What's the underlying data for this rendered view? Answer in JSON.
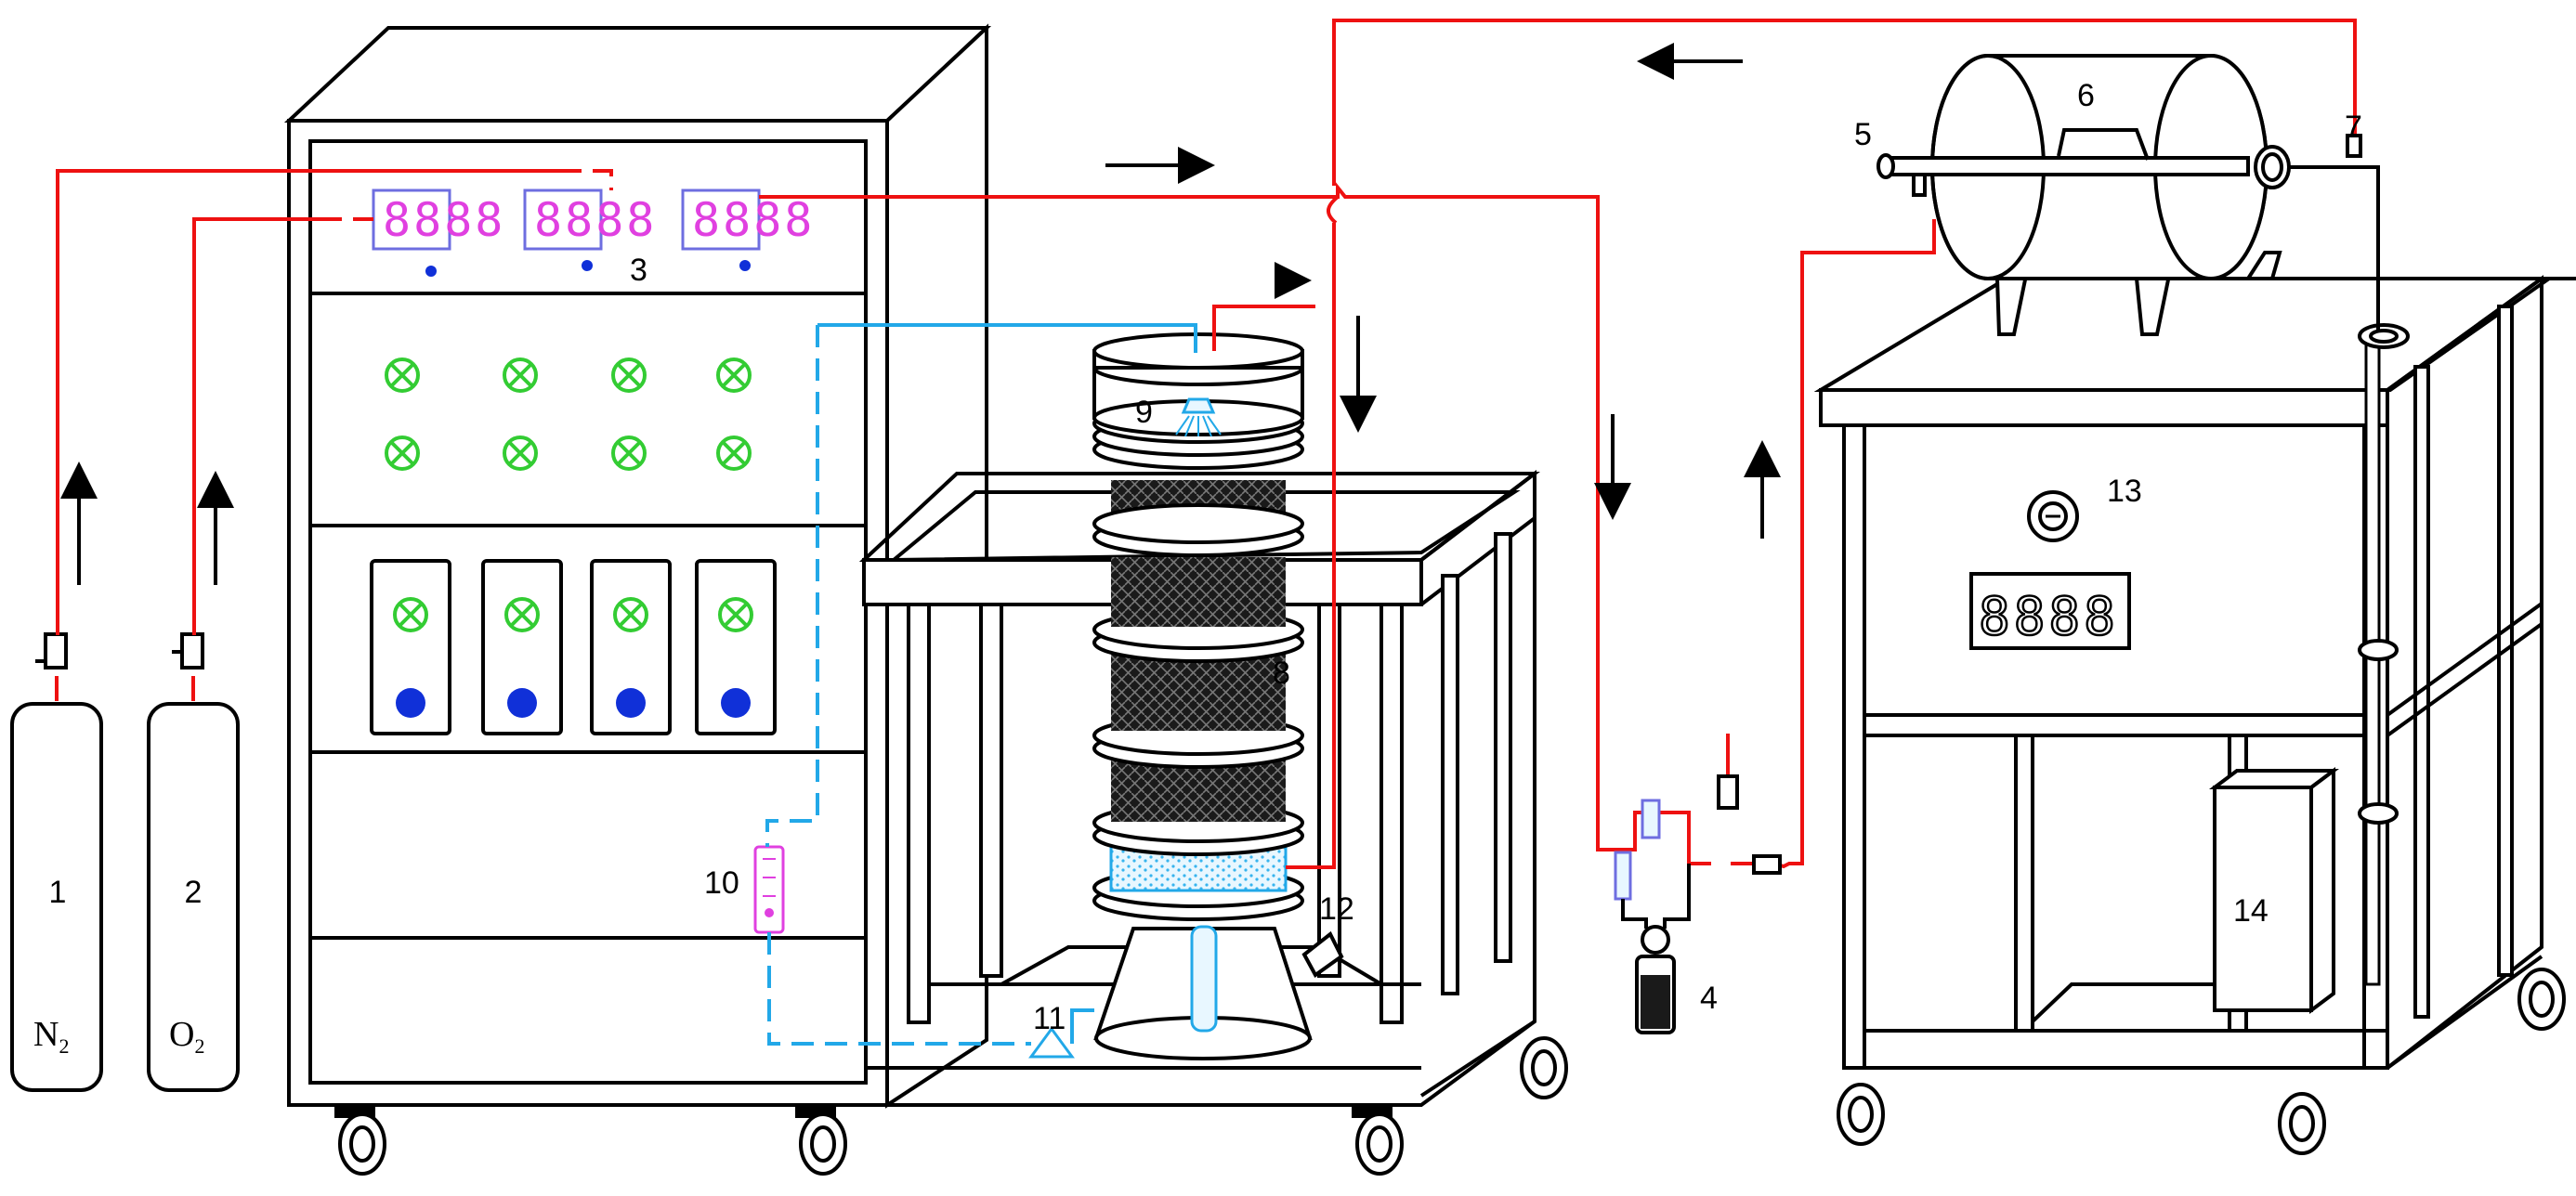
{
  "labels": {
    "cyl1_num": "1",
    "cyl2_num": "2",
    "n2_base": "N",
    "n2_sub": "2",
    "o2_base": "O",
    "o2_sub": "2",
    "c3": "3",
    "c4": "4",
    "c5": "5",
    "c6": "6",
    "c7": "7",
    "c8": "8",
    "c9": "9",
    "c10": "10",
    "c11": "11",
    "c12": "12",
    "c13": "13",
    "c14": "14"
  },
  "displays": {
    "controller": [
      "8888",
      "8888",
      "8888"
    ],
    "furnace": "8888"
  },
  "icons": {
    "knob": "circled-x-knob-icon",
    "button": "blue-dot-button-icon",
    "arrow": "flow-arrow-icon"
  },
  "colors": {
    "gas_line": "#e11111",
    "water_line": "#22a8e8",
    "knob": "#33cc33",
    "button": "#1030d8",
    "display_digits": "#e040e0"
  }
}
